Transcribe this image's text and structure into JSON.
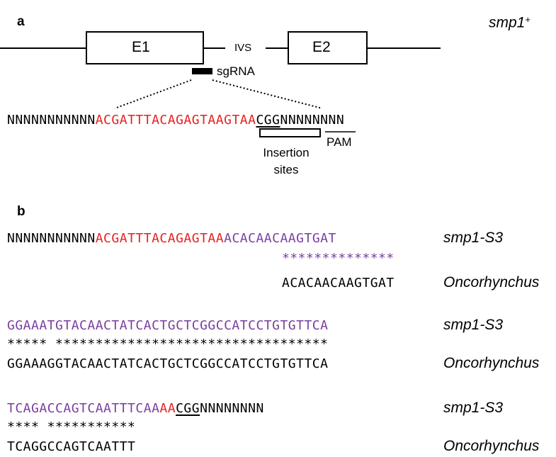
{
  "panel_a": {
    "label": "a",
    "gene_label": "smp1",
    "gene_sup": "+",
    "exon1": "E1",
    "exon2": "E2",
    "intron": "IVS",
    "sgrna": "sgRNA",
    "seq_prefix": "NNNNNNNNNNN",
    "seq_target": "ACGATTTACAGAGTAAGTAA",
    "seq_pam": "CGG",
    "seq_suffix": "NNNNNNNN",
    "insertion_line1": "Insertion",
    "insertion_line2": "sites",
    "pam_label": "PAM"
  },
  "panel_b": {
    "label": "b",
    "block1": {
      "seq_prefix": "NNNNNNNNNNN",
      "seq_red": "ACGATTTACAGAGTAA",
      "seq_purple": "ACACAACAAGTGAT",
      "stars": "**************",
      "onco_seq": "ACACAACAAGTGAT",
      "label_top": "smp1-S3",
      "label_bottom": "Oncorhynchus"
    },
    "block2": {
      "seq_purple": "GGAAATGTACAACTATCACTGCTCGGCCATCCTGTGTTCA",
      "stars": "***** **********************************",
      "onco_seq": "GGAAAGGTACAACTATCACTGCTCGGCCATCCTGTGTTCA",
      "label_top": "smp1-S3",
      "label_bottom": "Oncorhynchus"
    },
    "block3": {
      "seq_purple": "TCAGACCAGTCAATTTCAA",
      "seq_red": "AA",
      "seq_pam": "CGG",
      "seq_suffix": "NNNNNNNN",
      "stars": "**** ***********",
      "onco_seq": "TCAGGCCAGTCAATTT",
      "label_top": "smp1-S3",
      "label_bottom": "Oncorhynchus"
    }
  },
  "colors": {
    "target_red": "#e8201e",
    "insert_purple": "#7a3ea0"
  }
}
